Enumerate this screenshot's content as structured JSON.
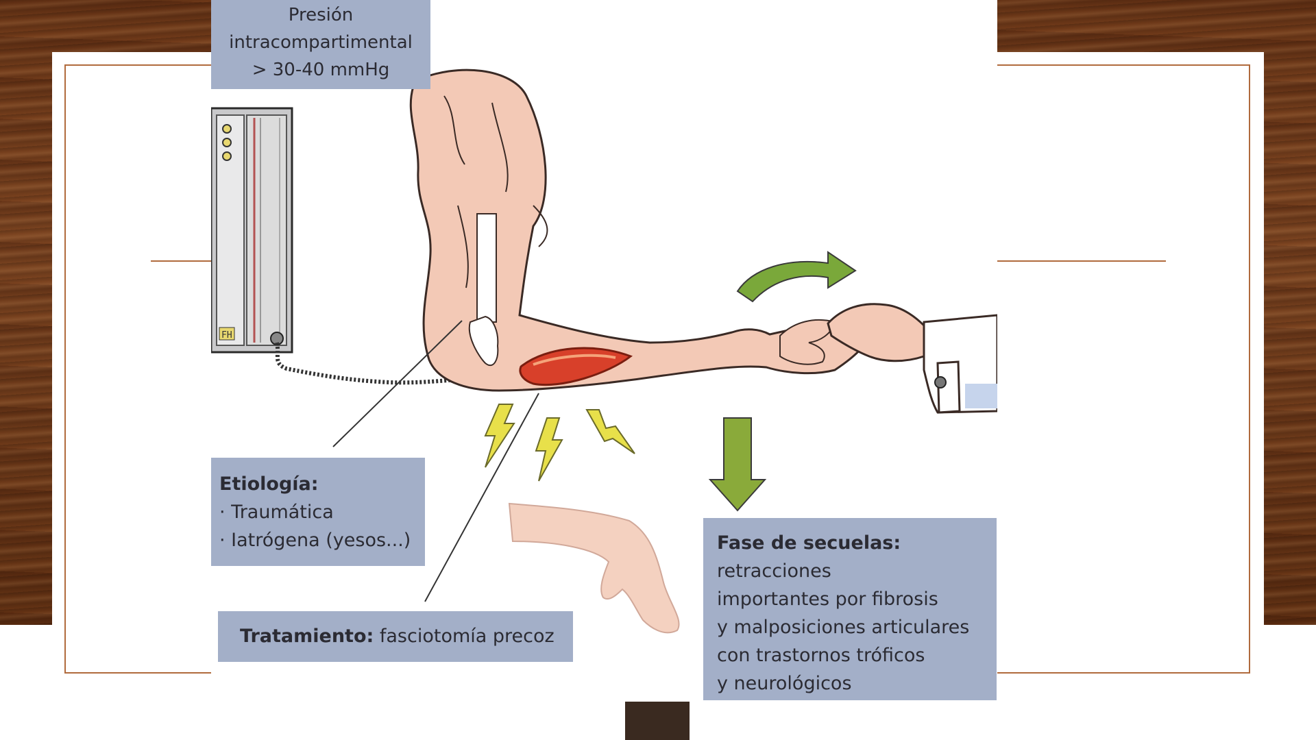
{
  "slide": {
    "frame_color": "#b06a3c",
    "background_wood_color": "#6a3617",
    "label_box_color": "#a3afc8"
  },
  "figure": {
    "presion": {
      "lines": [
        "Presión",
        "intracompartimental",
        "> 30-40 mmHg"
      ]
    },
    "manometer": {
      "display_text": "FH"
    },
    "etiologia": {
      "heading": "Etiología:",
      "items": [
        "· Traumática",
        "· Iatrógena (yesos...)"
      ]
    },
    "tratamiento": {
      "heading": "Tratamiento:",
      "text": " fasciotomía precoz"
    },
    "fase": {
      "heading": "Fase de secuelas:",
      "lines": [
        "retracciones",
        "importantes por fibrosis",
        "y malposiciones articulares",
        "con trastornos tróficos",
        "y neurológicos"
      ]
    },
    "icons": {
      "pain": "lightning-bolt-icon",
      "passive_extension": "curved-arrow-icon",
      "progression": "down-arrow-icon"
    },
    "colors": {
      "skin": "#f3c9b6",
      "skin_outline": "#3a2a25",
      "muscle": "#d8402a",
      "lightning": "#e8e04a",
      "arrow_green": "#7aa83a",
      "sleeve": "#ffffff"
    }
  }
}
